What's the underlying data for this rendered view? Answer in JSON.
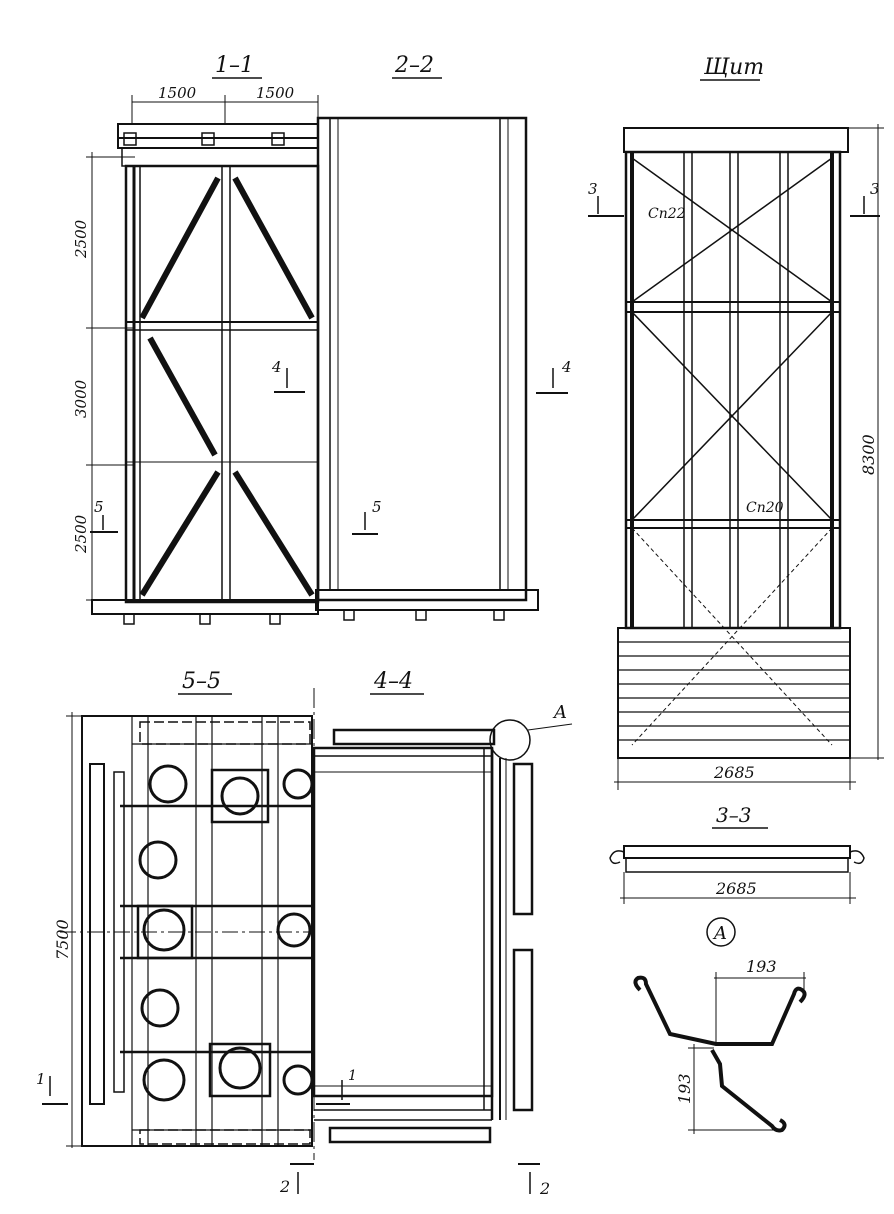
{
  "sections": {
    "s11": "1–1",
    "s22": "2–2",
    "shield": "Щит",
    "s55": "5–5",
    "s44": "4–4",
    "s33": "3–3",
    "detailA": "A",
    "detailA_circle": "A"
  },
  "dimensions": {
    "w1500a": "1500",
    "w1500b": "1500",
    "h2500top": "2500",
    "h3000": "3000",
    "h2500bot": "2500",
    "h8300": "8300",
    "w2685": "2685",
    "w2685b": "2685",
    "h7500": "7500",
    "d193a": "193",
    "d193b": "193"
  },
  "profiles": {
    "sp22": "Сп22",
    "sp20": "Сп20"
  },
  "cut_marks": {
    "c3l": "3",
    "c3r": "3",
    "c4l": "4",
    "c4r": "4",
    "c5l": "5",
    "c5r": "5",
    "c1l": "1",
    "c1r": "1",
    "c2l": "2",
    "c2r": "2"
  }
}
